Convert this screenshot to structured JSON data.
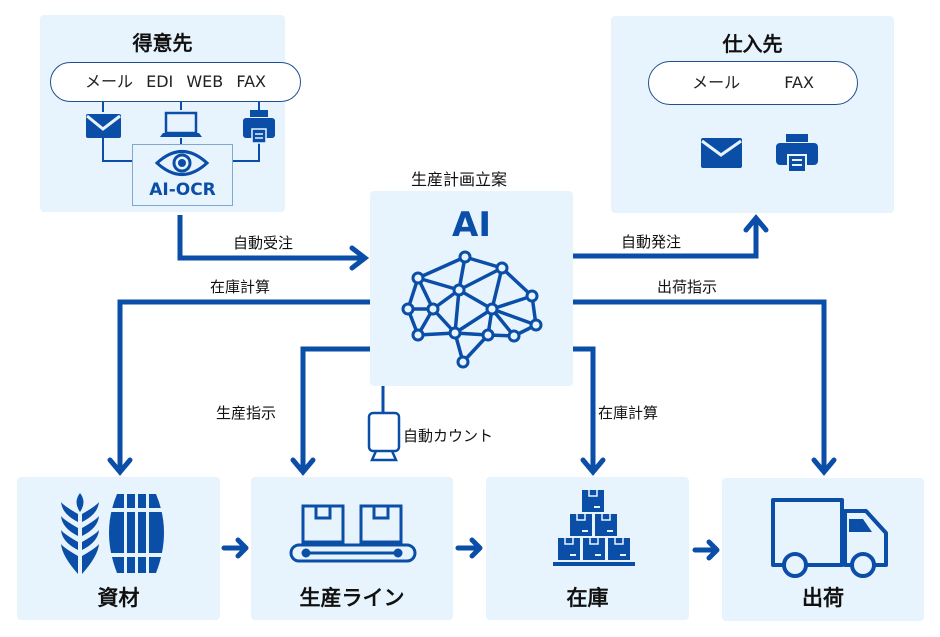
{
  "colors": {
    "accent": "#0a4ea8",
    "panel": "#e8f4fd",
    "text": "#111111"
  },
  "customers": {
    "title": "得意先",
    "channels": [
      "メール",
      "EDI",
      "WEB",
      "FAX"
    ],
    "icons": [
      "mail-icon",
      "laptop-icon",
      "printer-icon"
    ],
    "ocr_label": "AI-OCR",
    "ocr_icon": "eye-icon"
  },
  "suppliers": {
    "title": "仕入先",
    "channels": [
      "メール",
      "FAX"
    ],
    "icons": [
      "mail-icon",
      "printer-icon"
    ]
  },
  "ai": {
    "caption": "生産計画立案",
    "title": "AI",
    "icon": "neural-network-icon"
  },
  "flows": {
    "auto_order_receive": "自動受注",
    "auto_order_place": "自動発注",
    "inventory_calc_left": "在庫計算",
    "shipping_instruction": "出荷指示",
    "production_instruction": "生産指示",
    "inventory_calc_right": "在庫計算",
    "auto_count": "自動カウント"
  },
  "stages": [
    {
      "label": "資材",
      "icon": "wheat-barrel-icon"
    },
    {
      "label": "生産ライン",
      "icon": "conveyor-belt-icon"
    },
    {
      "label": "在庫",
      "icon": "stacked-boxes-icon"
    },
    {
      "label": "出荷",
      "icon": "truck-icon"
    }
  ]
}
